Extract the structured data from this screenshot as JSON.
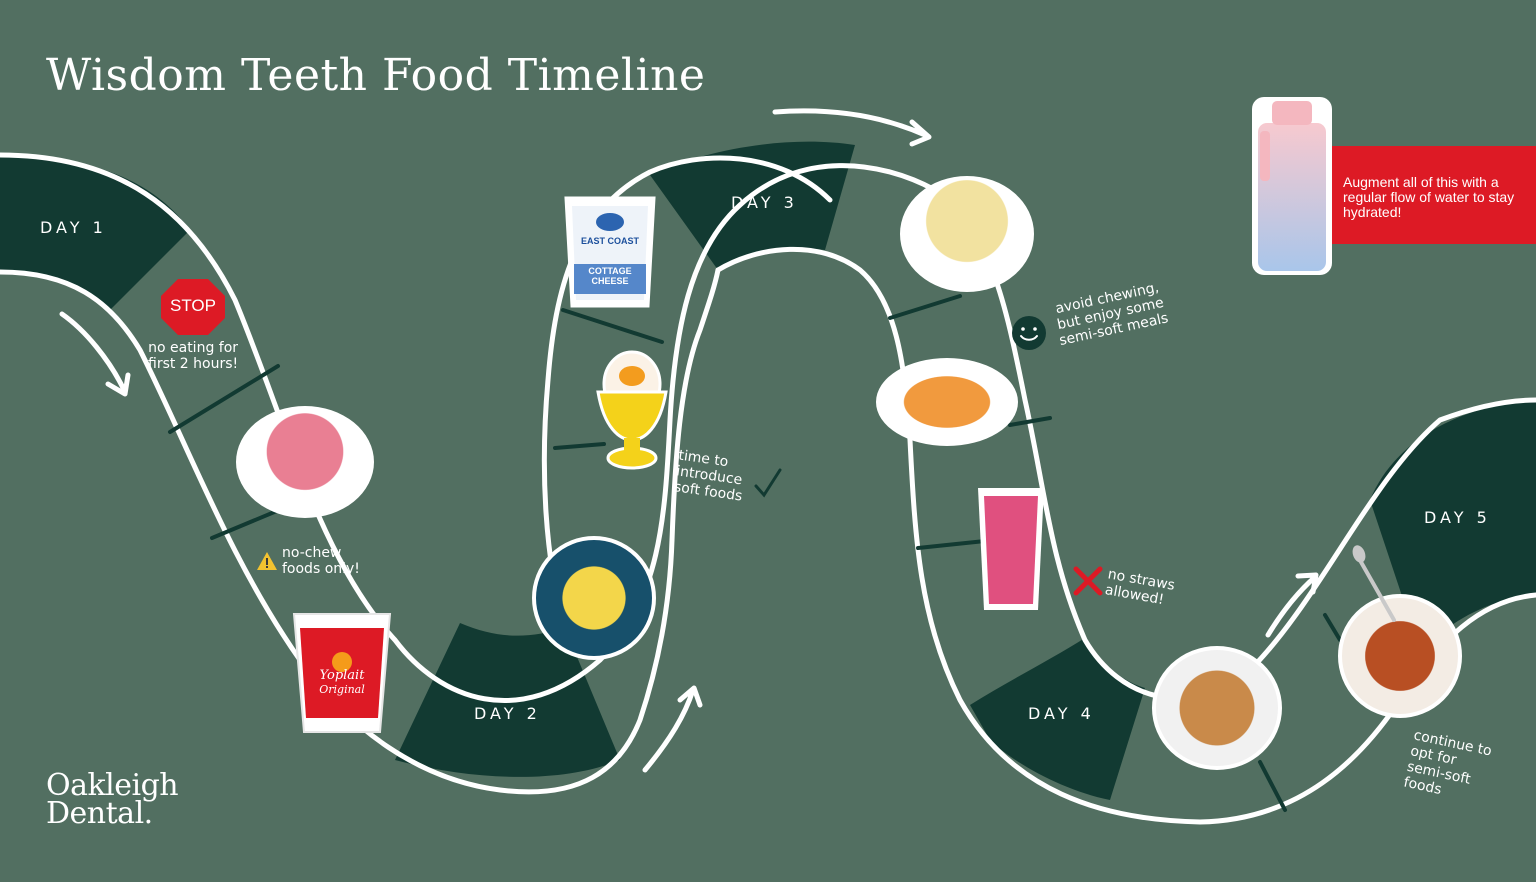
{
  "title": "Wisdom Teeth Food Timeline",
  "days": {
    "day1": "DAY 1",
    "day2": "DAY 2",
    "day3": "DAY 3",
    "day4": "DAY 4",
    "day5": "DAY 5"
  },
  "stop_sign": "STOP",
  "notes": {
    "no_eating": [
      "no eating for",
      "first 2 hours!"
    ],
    "no_chew": [
      "no-chew",
      "foods only!"
    ],
    "soft_foods": [
      "time to",
      "introduce",
      "soft foods"
    ],
    "semi_soft": [
      "avoid chewing,",
      "but enjoy some",
      "semi-soft meals"
    ],
    "no_straws": [
      "no straws",
      "allowed!"
    ],
    "continue": [
      "continue to",
      "opt for",
      "semi-soft",
      "foods"
    ]
  },
  "water_note": "Augment all of this with a regular flow of water to stay hydrated!",
  "logo": [
    "Oakleigh",
    "Dental."
  ],
  "products": {
    "cottage_cheese": [
      "EAST COAST",
      "COTTAGE",
      "CHEESE"
    ],
    "yoplait": [
      "Yoplait",
      "Original"
    ]
  },
  "colors": {
    "background": "#526f61",
    "segment": "#123a32",
    "road_line": "#ffffff",
    "accent_red": "#dd1a25",
    "warning_yellow": "#f2c230"
  },
  "icons": [
    "stop-sign-icon",
    "warning-icon",
    "check-icon",
    "smiley-icon",
    "cross-icon",
    "arrow-icon",
    "water-bottle-icon"
  ]
}
